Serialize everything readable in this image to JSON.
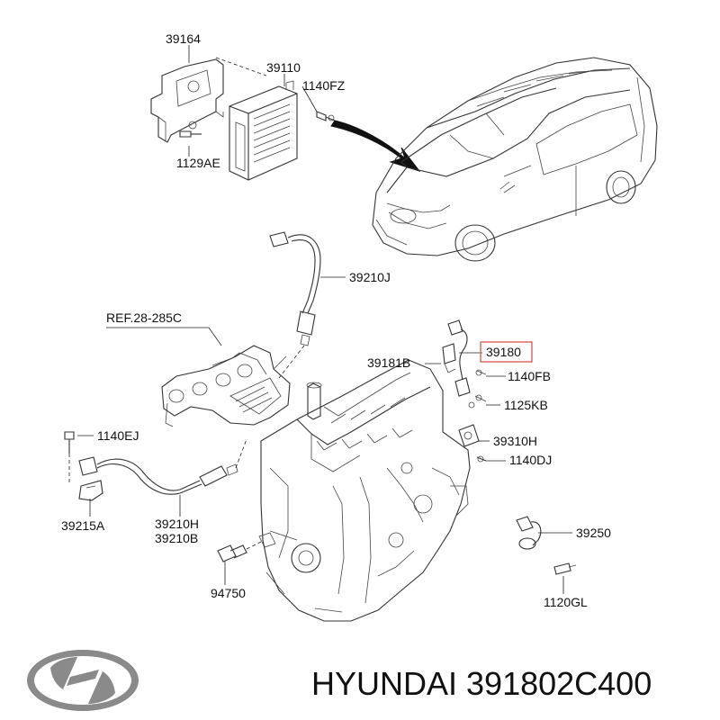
{
  "diagram": {
    "part_labels": {
      "p39164": "39164",
      "p39110": "39110",
      "p1140FZ": "1140FZ",
      "p1129AE": "1129AE",
      "p39210J": "39210J",
      "ref": "REF.28-285C",
      "p39180": "39180",
      "p39181B": "39181B",
      "p1140FB": "1140FB",
      "p1125KB": "1125KB",
      "p1140EJ": "1140EJ",
      "p39310H": "39310H",
      "p1140DJ": "1140DJ",
      "p39215A": "39215A",
      "p39210H": "39210H",
      "p39210B": "39210B",
      "p39250": "39250",
      "p94750": "94750",
      "p1120GL": "1120GL"
    },
    "highlight_color": "#d9534f"
  },
  "footer": {
    "brand_text": "HYUNDAI 391802C400",
    "logo_icon": "hyundai-logo-icon"
  }
}
